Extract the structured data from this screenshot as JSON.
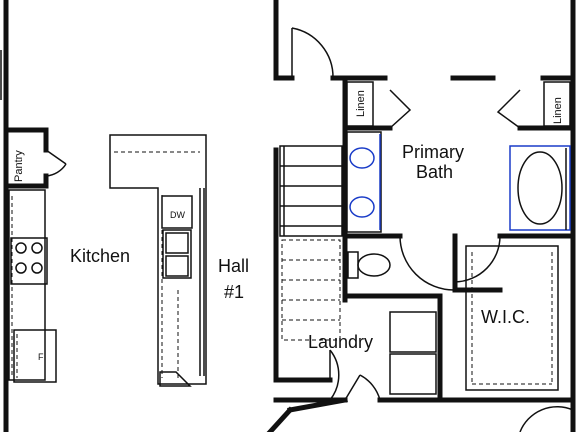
{
  "labels": {
    "kitchen": "Kitchen",
    "hall_line1": "Hall",
    "hall_line2": "#1",
    "laundry": "Laundry",
    "primary_bath_line1": "Primary",
    "primary_bath_line2": "Bath",
    "wic": "W.I.C.",
    "pantry": "Pantry",
    "linen_left": "Linen",
    "linen_right": "Linen",
    "dishwasher": "DW",
    "fridge": "F"
  },
  "colors": {
    "wall": "#111111",
    "fixture_accent": "#1a3cc8"
  }
}
